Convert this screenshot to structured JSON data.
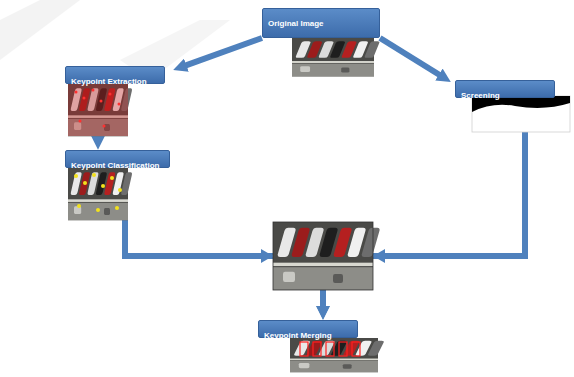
{
  "diagram": {
    "nodes": [
      {
        "text": [
          "Original Image"
        ]
      },
      {
        "text": [
          "Keypoint Extraction"
        ]
      },
      {
        "text": [
          "Screening"
        ]
      },
      {
        "text": [
          "Keypoint Classification"
        ]
      },
      {
        "text": [
          "Keypoint Merging"
        ]
      }
    ],
    "edges": [
      {
        "from": 0,
        "to": 1,
        "arrow": "to"
      },
      {
        "from": 0,
        "to": 2,
        "arrow": "to"
      },
      {
        "from": 1,
        "to": 3,
        "arrow": "to"
      },
      {
        "from": 3,
        "to": 4,
        "arrow": "to"
      },
      {
        "from": 2,
        "to": 4,
        "arrow": "to"
      }
    ]
  }
}
